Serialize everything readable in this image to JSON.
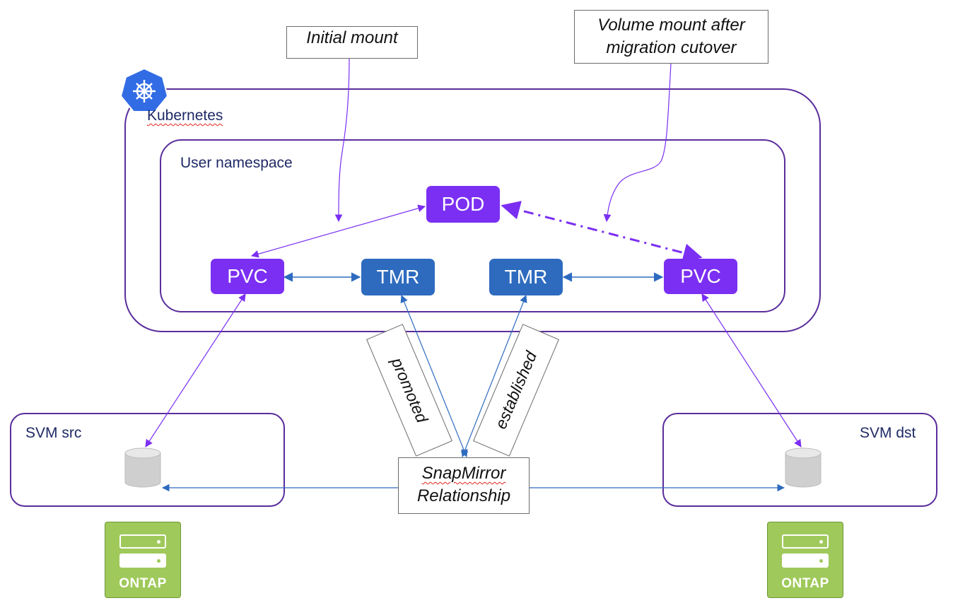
{
  "callouts": {
    "initial_mount": "Initial mount",
    "volume_mount_line1": "Volume mount after",
    "volume_mount_line2": "migration cutover"
  },
  "labels": {
    "kubernetes": "Kubernetes",
    "user_namespace": "User namespace",
    "svm_src": "SVM src",
    "svm_dst": "SVM dst"
  },
  "nodes": {
    "pod": "POD",
    "pvc_left": "PVC",
    "tmr_left": "TMR",
    "tmr_right": "TMR",
    "pvc_right": "PVC"
  },
  "states": {
    "promoted": "promoted",
    "established": "established"
  },
  "snapmirror": {
    "line1": "SnapMirror",
    "line2": "Relationship"
  },
  "logos": {
    "ontap_left": "ONTAP",
    "ontap_right": "ONTAP",
    "kubernetes_icon": "helm-wheel-icon"
  },
  "colors": {
    "purple": "#7b2ff2",
    "blue": "#2e6bbf",
    "ontap_green": "#9fc95a",
    "kubernetes_blue": "#326ce5"
  }
}
